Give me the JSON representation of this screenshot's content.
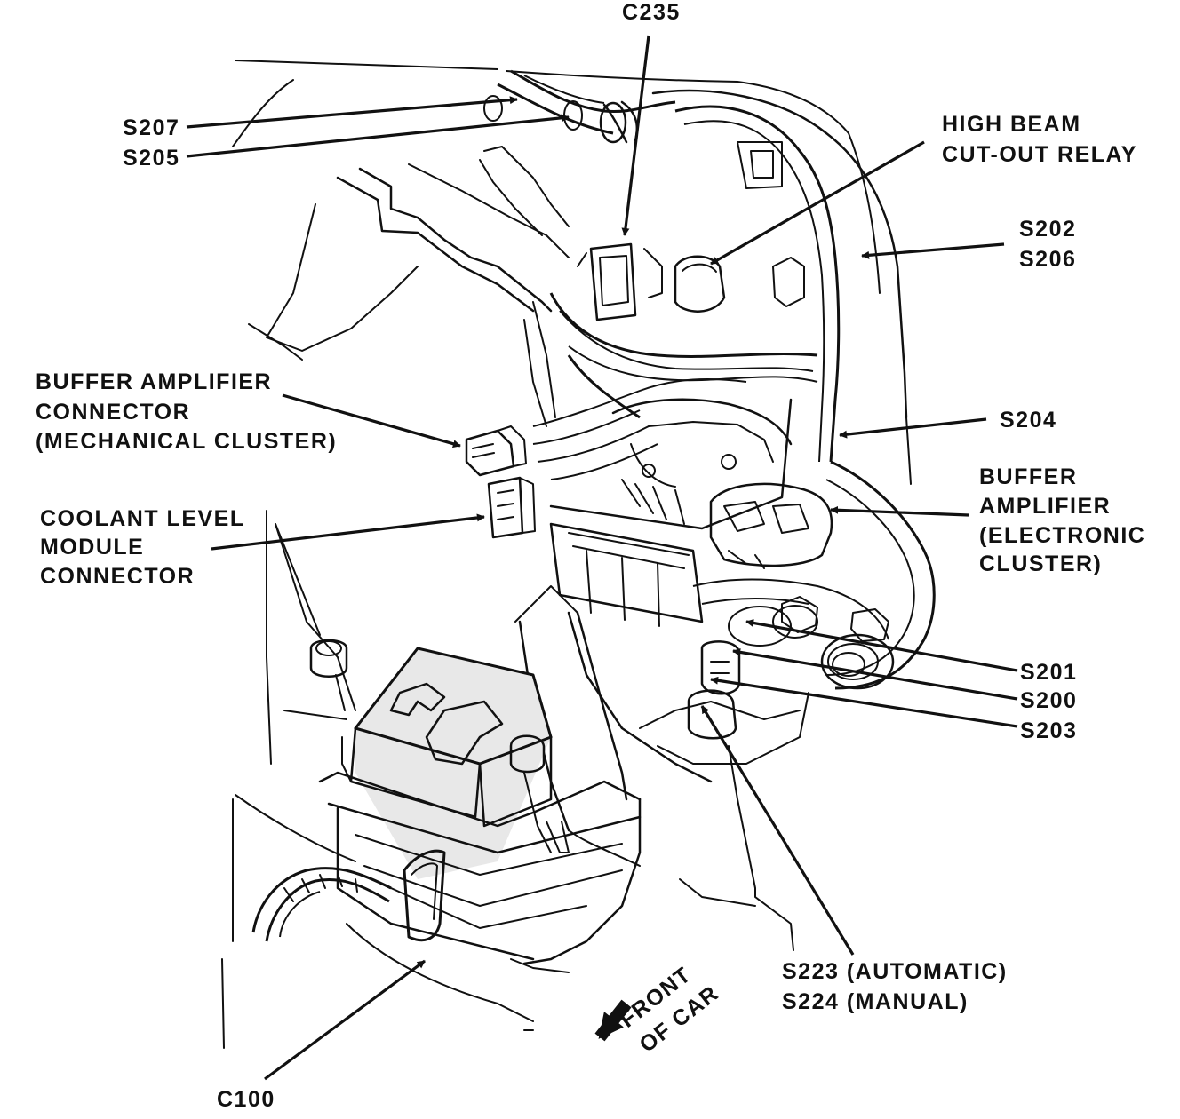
{
  "labels": {
    "c235": "C235",
    "s207": "S207",
    "s205": "S205",
    "high_beam_1": "HIGH BEAM",
    "high_beam_2": "CUT-OUT RELAY",
    "s202": "S202",
    "s206": "S206",
    "buffer_mech_1": "BUFFER AMPLIFIER",
    "buffer_mech_2": "CONNECTOR",
    "buffer_mech_3": "(MECHANICAL CLUSTER)",
    "s204": "S204",
    "buffer_elec_1": "BUFFER",
    "buffer_elec_2": "AMPLIFIER",
    "buffer_elec_3": "(ELECTRONIC",
    "buffer_elec_4": "CLUSTER)",
    "coolant_1": "COOLANT LEVEL",
    "coolant_2": "MODULE",
    "coolant_3": "CONNECTOR",
    "s201": "S201",
    "s200": "S200",
    "s203": "S203",
    "s223": "S223 (AUTOMATIC)",
    "s224": "S224 (MANUAL)",
    "front_1": "FRONT",
    "front_2": "OF CAR",
    "c100": "C100"
  }
}
